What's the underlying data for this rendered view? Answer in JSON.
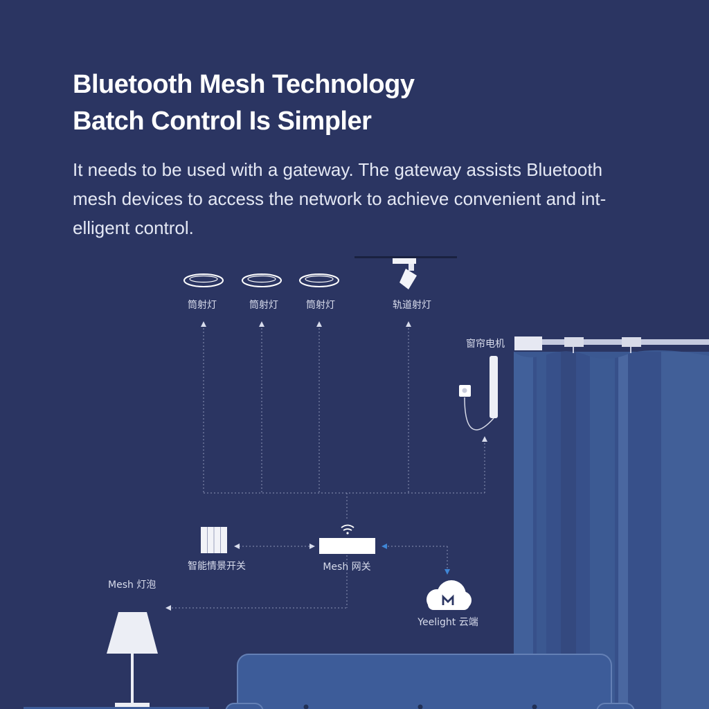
{
  "headline": {
    "line1": "Bluetooth Mesh Technology",
    "line2": "Batch Control Is Simpler"
  },
  "description": {
    "line1": "It needs to be used with a gateway. The gateway assists Bluetooth",
    "line2": "mesh devices to access the network to achieve convenient and int-",
    "line3": "elligent control."
  },
  "diagram": {
    "downlight_1": "筒射灯",
    "downlight_2": "筒射灯",
    "downlight_3": "筒射灯",
    "track_light": "轨道射灯",
    "curtain_motor": "窗帘电机",
    "scene_switch": "智能情景开关",
    "mesh_gateway": "Mesh 网关",
    "mesh_bulb": "Mesh 灯泡",
    "cloud": "Yeelight 云端"
  },
  "colors": {
    "background": "#2b3562",
    "curtain": "#3a5389",
    "sofa": "#3d5c99",
    "accent_arrow": "#3f86d6"
  }
}
